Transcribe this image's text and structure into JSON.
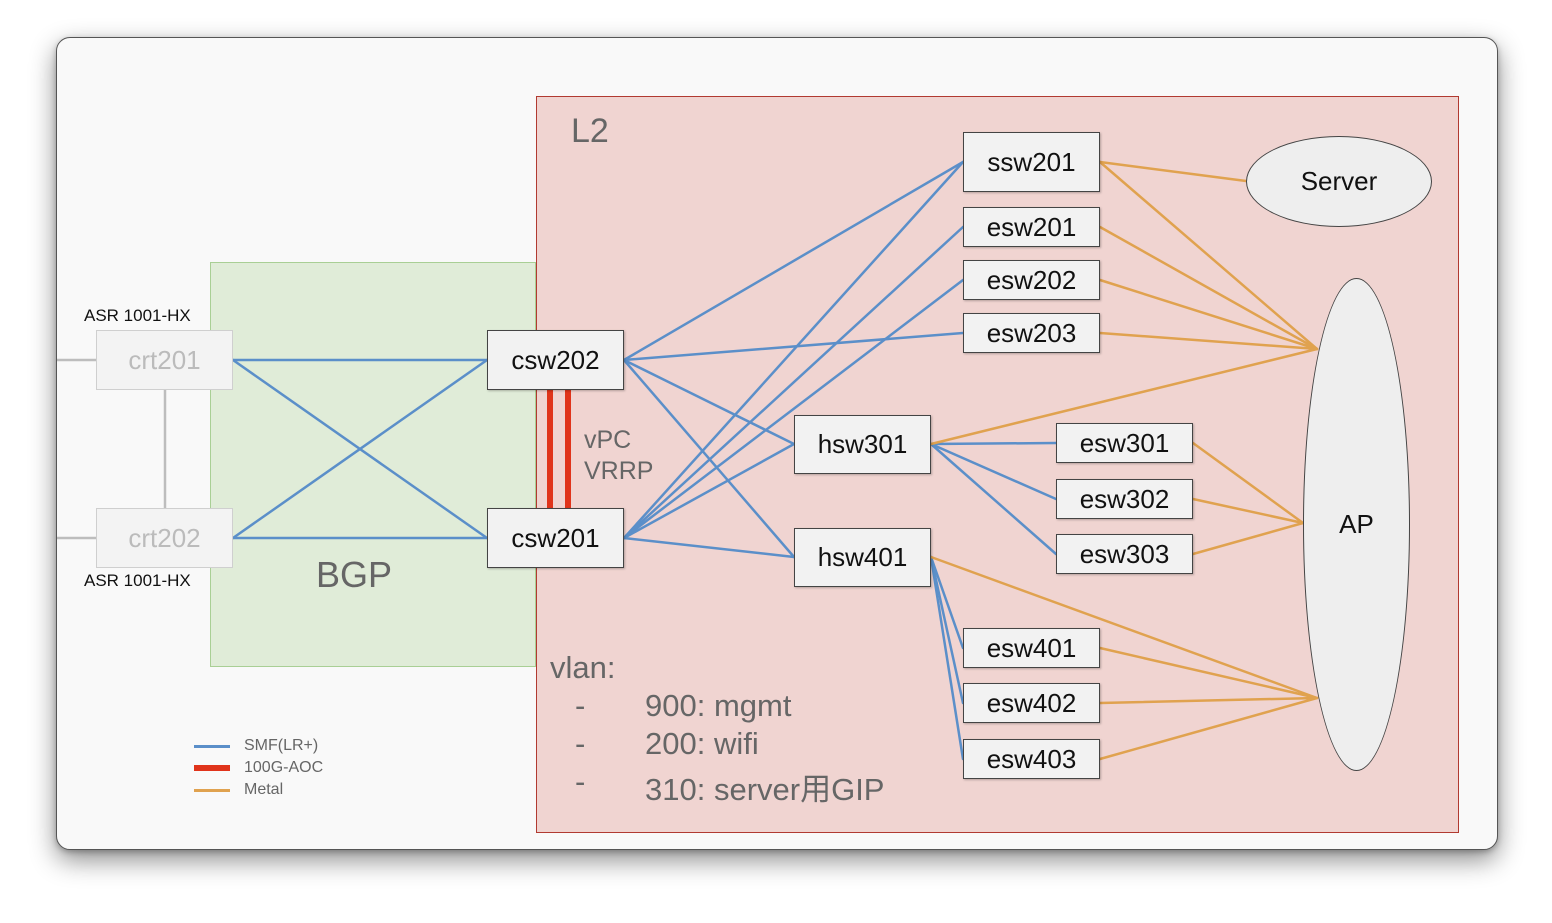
{
  "zones": {
    "bgp": {
      "label": "BGP",
      "fill": "#e0ecd8",
      "border": "#a9cf95"
    },
    "l2": {
      "label": "L2",
      "fill": "#f0d4d1",
      "border": "#b13a31"
    }
  },
  "routers": {
    "crt201": {
      "label": "crt201",
      "model": "ASR 1001-HX"
    },
    "crt202": {
      "label": "crt202",
      "model": "ASR 1001-HX"
    }
  },
  "nodes": {
    "csw202": "csw202",
    "csw201": "csw201",
    "ssw201": "ssw201",
    "esw201": "esw201",
    "esw202": "esw202",
    "esw203": "esw203",
    "hsw301": "hsw301",
    "hsw401": "hsw401",
    "esw301": "esw301",
    "esw302": "esw302",
    "esw303": "esw303",
    "esw401": "esw401",
    "esw402": "esw402",
    "esw403": "esw403",
    "server": "Server",
    "ap": "AP"
  },
  "vpc_label": "vPC",
  "vrrp_label": "VRRP",
  "vlan": {
    "title": "vlan:",
    "items": [
      {
        "dash": "-",
        "text": "900: mgmt"
      },
      {
        "dash": "-",
        "text": "200: wifi"
      },
      {
        "dash": "-",
        "text": "310: server用GIP"
      }
    ]
  },
  "legend": [
    {
      "label": "SMF(LR+)",
      "color": "#5b8fc9"
    },
    {
      "label": "100G-AOC",
      "color": "#e0341b"
    },
    {
      "label": "Metal",
      "color": "#e0a24f"
    }
  ],
  "connections": {
    "smf": [
      [
        "crt201",
        "csw202"
      ],
      [
        "crt201",
        "csw201"
      ],
      [
        "crt202",
        "csw202"
      ],
      [
        "crt202",
        "csw201"
      ],
      [
        "csw202",
        "ssw201"
      ],
      [
        "csw202",
        "esw203"
      ],
      [
        "csw202",
        "hsw301"
      ],
      [
        "csw202",
        "hsw401"
      ],
      [
        "csw201",
        "ssw201"
      ],
      [
        "csw201",
        "esw201"
      ],
      [
        "csw201",
        "esw202"
      ],
      [
        "csw201",
        "hsw301"
      ],
      [
        "csw201",
        "hsw401"
      ],
      [
        "hsw301",
        "esw301"
      ],
      [
        "hsw301",
        "esw302"
      ],
      [
        "hsw301",
        "esw303"
      ],
      [
        "hsw401",
        "esw401"
      ],
      [
        "hsw401",
        "esw402"
      ],
      [
        "hsw401",
        "esw403"
      ]
    ],
    "aoc": [
      [
        "csw202",
        "csw201"
      ]
    ],
    "metal": [
      [
        "ssw201",
        "server"
      ],
      [
        "ssw201",
        "ap"
      ],
      [
        "esw201",
        "ap"
      ],
      [
        "esw202",
        "ap"
      ],
      [
        "esw203",
        "ap"
      ],
      [
        "hsw301",
        "ap"
      ],
      [
        "esw301",
        "ap"
      ],
      [
        "esw302",
        "ap"
      ],
      [
        "esw303",
        "ap"
      ],
      [
        "hsw401",
        "ap"
      ],
      [
        "esw401",
        "ap"
      ],
      [
        "esw402",
        "ap"
      ],
      [
        "esw403",
        "ap"
      ]
    ],
    "uplink": [
      [
        "crt201",
        "external"
      ],
      [
        "crt202",
        "external"
      ],
      [
        "crt201",
        "crt202"
      ]
    ]
  }
}
